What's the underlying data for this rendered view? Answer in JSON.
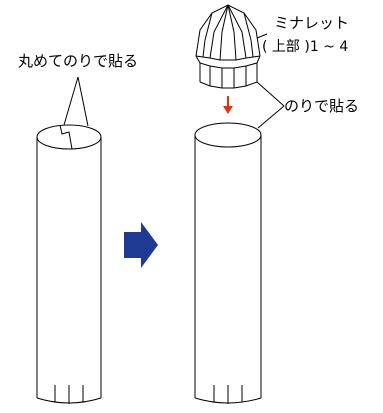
{
  "labels": {
    "left_glue": "丸めてのりで貼る",
    "minaret_name": "ミナレット",
    "minaret_parts": "( 上部 )1 ~ 4",
    "right_glue": "のりで貼る"
  },
  "colors": {
    "stroke": "#000000",
    "direction_arrow": "#1f3a93",
    "down_arrow": "#e53212"
  }
}
